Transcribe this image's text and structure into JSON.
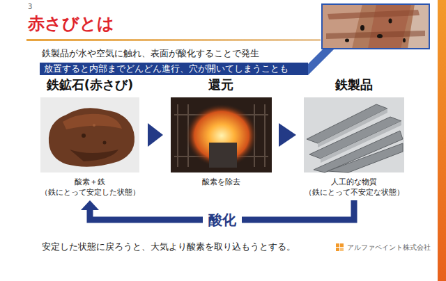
{
  "diagram": {
    "title": "赤さびとは",
    "nodes": [
      {
        "text": [
          "放置すると内部までどんどん進行、穴が開いてしまうことも"
        ]
      },
      {
        "text": [
          "鉄鉱石(赤さび)",
          "酸素＋鉄 （鉄にとって安定した状態）"
        ]
      },
      {
        "text": [
          "還元",
          "酸素を除去"
        ]
      },
      {
        "text": [
          "鉄製品",
          "人工的な物質 （鉄にとって不安定な状態）"
        ]
      }
    ],
    "edges": [
      {
        "from": 1,
        "to": 2,
        "arrow": "to"
      },
      {
        "from": 2,
        "to": 3,
        "arrow": "to"
      },
      {
        "from": 3,
        "to": 1,
        "label": "酸化",
        "arrow": "to"
      }
    ],
    "labels": [
      "3",
      "鉄製品が水や空気に触れ、表面が酸化することで発生",
      "安定した状態に戻ろうと、大気より酸素を取り込もうとする。",
      "アルファペイント株式会社"
    ]
  }
}
